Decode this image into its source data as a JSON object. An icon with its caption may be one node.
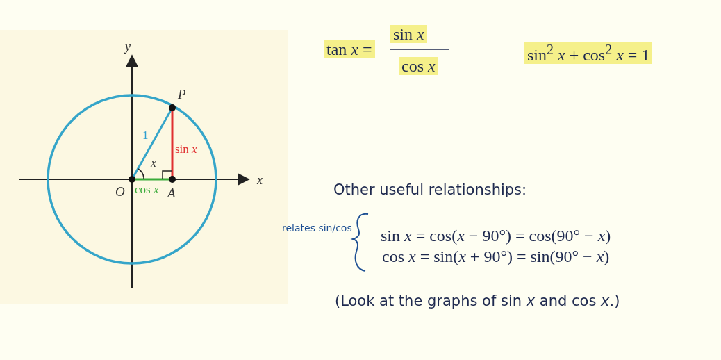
{
  "diagram": {
    "labels": [
      "y",
      "P",
      "1",
      "sin *x*",
      "*x*",
      "*x*",
      "O",
      "cos *x*",
      "A",
      "tan *x* =",
      "sin *x*",
      "cos *x*",
      "sin$^{2}$ *x* + cos$^{2}$ *x* = 1",
      "Other useful relationships:",
      "relates sin/cos",
      "sin *x* = cos(*x* − 90°) = cos(90° − *x*)",
      "cos *x* = sin(*x* + 90°) = sin(90° − *x*)",
      "(Look at the graphs of sin *x* and cos *x*.)"
    ]
  }
}
